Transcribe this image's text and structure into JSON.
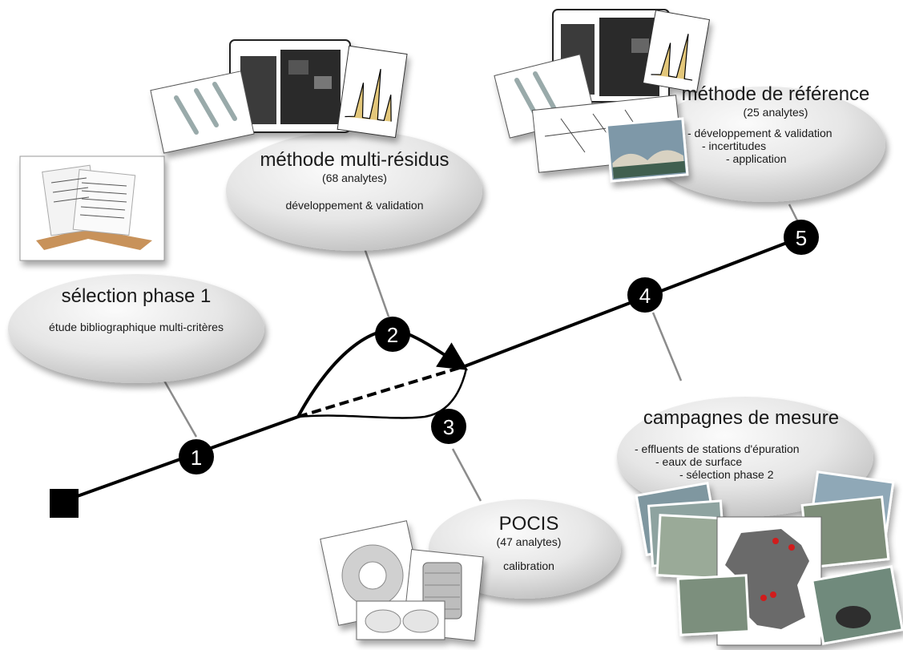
{
  "nodes": [
    {
      "number": "1",
      "title": "sélection phase 1",
      "lines": [
        "étude bibliographique multi-critères"
      ]
    },
    {
      "number": "2",
      "title": "méthode multi-résidus",
      "subtitle": "(68 analytes)",
      "lines": [
        "développement & validation"
      ]
    },
    {
      "number": "3",
      "title": "POCIS",
      "subtitle": "(47 analytes)",
      "lines": [
        "calibration"
      ]
    },
    {
      "number": "4",
      "title": "campagnes de mesure",
      "lines": [
        "- effluents de stations d'épuration",
        "- eaux de surface",
        "- sélection phase 2"
      ]
    },
    {
      "number": "5",
      "title": "méthode de référence",
      "subtitle": "(25 analytes)",
      "lines": [
        "- développement & validation",
        "- incertitudes",
        "- application"
      ]
    }
  ],
  "colors": {
    "line": "#000000",
    "connector": "#8c8c8c",
    "bubble_light": "#fafafa",
    "bubble_dark": "#c9c9c9",
    "map_fill": "#6a6a6a",
    "pin": "#d11a1a"
  }
}
